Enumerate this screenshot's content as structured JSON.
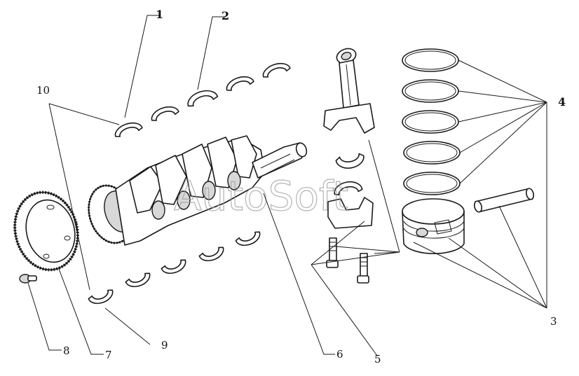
{
  "watermark": "AutoSoft",
  "callouts": {
    "c1": "1",
    "c2": "2",
    "c3": "3",
    "c4": "4",
    "c5": "5",
    "c6": "6",
    "c7": "7",
    "c8": "8",
    "c9": "9",
    "c10": "10"
  }
}
